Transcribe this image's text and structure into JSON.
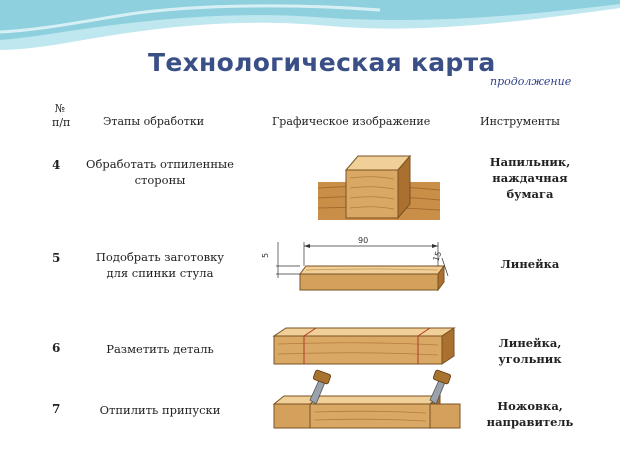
{
  "header": {
    "title": "Технологическая карта",
    "continued": "продолжение"
  },
  "columns": {
    "number": [
      "№",
      "п/п"
    ],
    "stages": "Этапы обработки",
    "graphic": "Графическое изображение",
    "tools": "Инструменты"
  },
  "rows": [
    {
      "num": "4",
      "stage": [
        "Обработать отпиленные",
        "стороны"
      ],
      "tools": [
        "Напильник,",
        "наждачная",
        "бумага"
      ]
    },
    {
      "num": "5",
      "stage": [
        "Подобрать заготовку",
        "для спинки стула"
      ],
      "tools": [
        "Линейка"
      ],
      "dims": {
        "width": "5",
        "length": "90",
        "thickness": "15"
      }
    },
    {
      "num": "6",
      "stage": [
        "Разметить деталь"
      ],
      "tools": [
        "Линейка,",
        "угольник"
      ]
    },
    {
      "num": "7",
      "stage": [
        "Отпилить припуски"
      ],
      "tools": [
        "Ножовка,",
        "направитель"
      ]
    }
  ],
  "colors": {
    "title": "#3a4f86",
    "wave": "#8fd0df",
    "wood_light": "#ecc88f",
    "wood_dark": "#b98339",
    "board_base": "#c98f48"
  },
  "icons": [
    "wave-decoration",
    "wood-block",
    "board-dimensioned",
    "board-marked",
    "board-sawn-with-saws"
  ]
}
